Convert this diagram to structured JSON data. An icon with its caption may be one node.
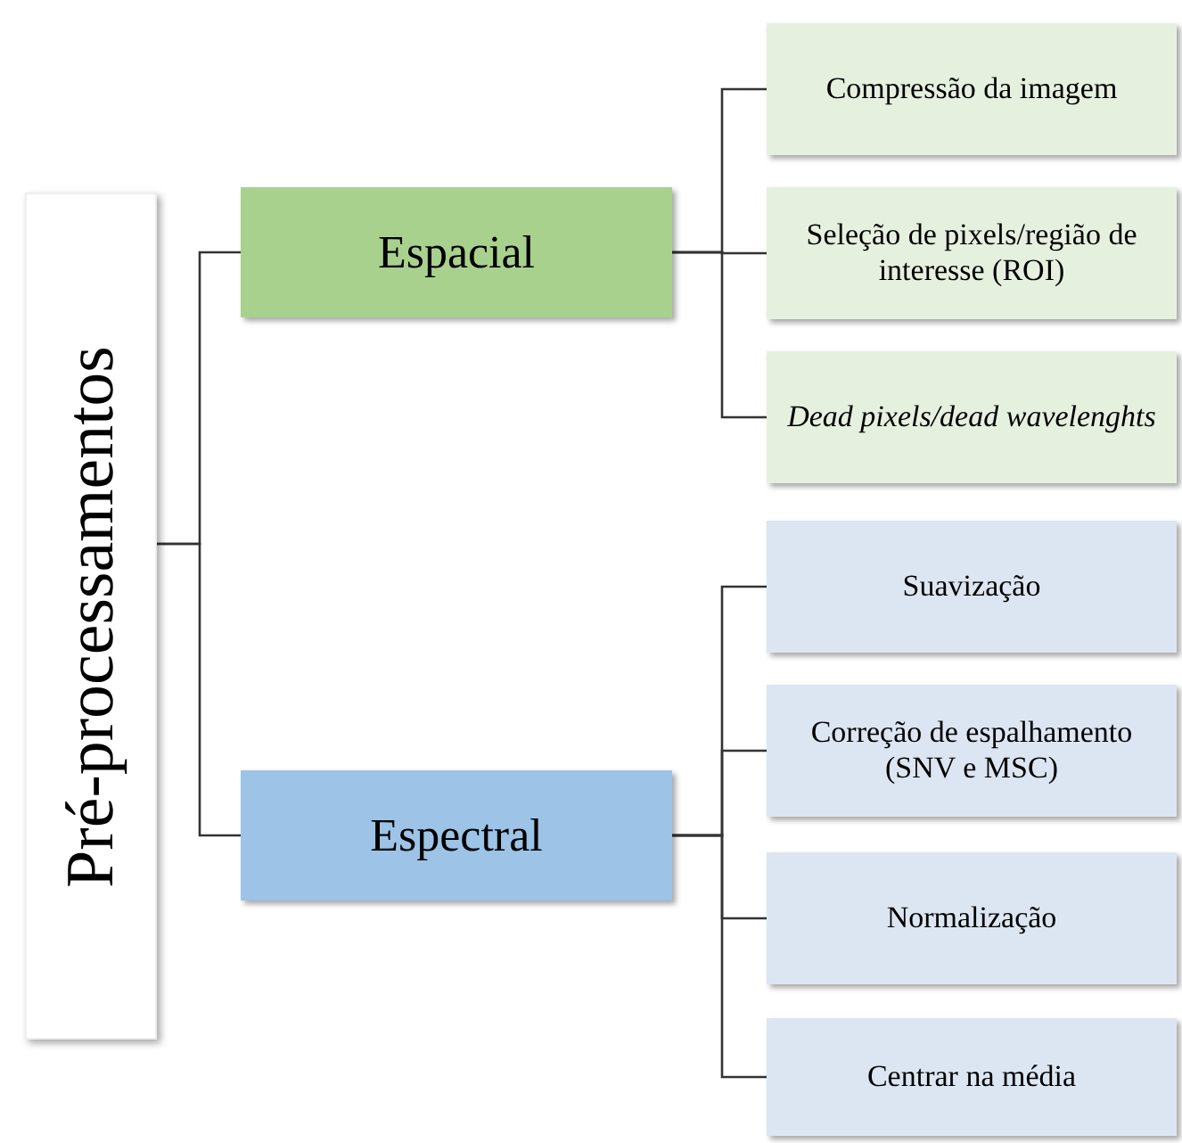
{
  "diagram": {
    "nodes": [
      {
        "text": [
          "Pré-processamentos"
        ]
      },
      {
        "text": [
          "Espacial"
        ]
      },
      {
        "text": [
          "Compressão da imagem"
        ]
      },
      {
        "text": [
          "Seleção de pixels/região de interesse (ROI)"
        ]
      },
      {
        "text": [
          "Dead pixels/dead wavelenghts"
        ]
      },
      {
        "text": [
          "Espectral"
        ]
      },
      {
        "text": [
          "Suavização"
        ]
      },
      {
        "text": [
          "Correção de espalhamento (SNV e MSC)"
        ]
      },
      {
        "text": [
          "Normalização"
        ]
      },
      {
        "text": [
          "Centrar na média"
        ]
      }
    ],
    "edges": [
      {
        "from": 0,
        "to": 1,
        "arrow": "none"
      },
      {
        "from": 0,
        "to": 5,
        "arrow": "none"
      },
      {
        "from": 1,
        "to": 2,
        "arrow": "none"
      },
      {
        "from": 1,
        "to": 3,
        "arrow": "none"
      },
      {
        "from": 1,
        "to": 4,
        "arrow": "none"
      },
      {
        "from": 5,
        "to": 6,
        "arrow": "none"
      },
      {
        "from": 5,
        "to": 7,
        "arrow": "none"
      },
      {
        "from": 5,
        "to": 8,
        "arrow": "none"
      },
      {
        "from": 5,
        "to": 9,
        "arrow": "none"
      }
    ]
  }
}
